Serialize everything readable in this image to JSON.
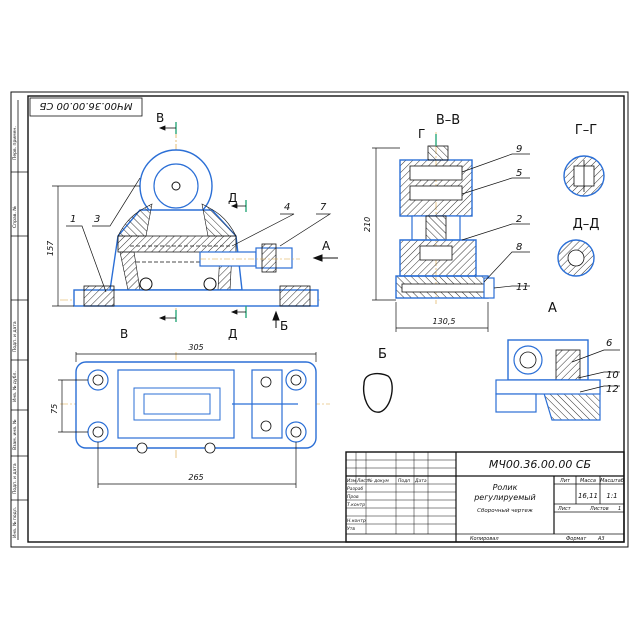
{
  "drawing": {
    "code": "МЧ00.36.00.00 СБ",
    "code_rotated": "МЧ00.36.00.00 СБ",
    "title_line1": "Ролик",
    "title_line2": "регулируемый",
    "doc_type": "Сборочный чертеж",
    "mass": "16,11",
    "scale": "1:1",
    "sheet_label": "Лист",
    "sheets_label": "Листов",
    "sheets_value": "1",
    "copied": "Копировал",
    "format_label": "Формат",
    "format_value": "А3",
    "col_lit": "Лит",
    "col_mass": "Масса",
    "col_scale": "Масштаб"
  },
  "title_block_labels": {
    "row_change": "Изм",
    "row_sheet": "Лист",
    "row_doc": "№ докум",
    "row_sign": "Подп",
    "row_date": "Дата",
    "designer": "Разраб",
    "checker": "Пров",
    "tcontrol": "Т.контр",
    "ncontrol": "Н.контр",
    "approved": "Утв"
  },
  "side_strip": [
    "Перв. примен.",
    "Справ. №",
    "Подп. и дата",
    "Инв. № дубл.",
    "Взам. инв. №",
    "Подп. и дата",
    "Инв. № подл."
  ],
  "views": {
    "section_vv": "В–В",
    "section_gg": "Г–Г",
    "section_dd": "Д–Д",
    "view_a": "А",
    "view_b": "Б",
    "arrow_a": "А",
    "arrow_b": "Б",
    "cut_v_top": "В",
    "cut_v_bottom": "В",
    "cut_d_top": "Д",
    "cut_d_bottom": "Д",
    "cut_g": "Г"
  },
  "dimensions": {
    "height_front": "157",
    "height_section": "210",
    "width_section": "130,5",
    "overall_length": "305",
    "hole_spacing": "265",
    "width_top": "75"
  },
  "callouts": {
    "p1": "1",
    "p2": "2",
    "p3": "3",
    "p4": "4",
    "p5": "5",
    "p6": "6",
    "p7": "7",
    "p8": "8",
    "p9": "9",
    "p10": "10",
    "p11": "11",
    "p12": "12"
  },
  "colors": {
    "line": "#2b6fd6",
    "hatch": "#333333",
    "frame": "#111111",
    "centerline": "#d9a23a",
    "section_mark": "#2aa87a"
  }
}
